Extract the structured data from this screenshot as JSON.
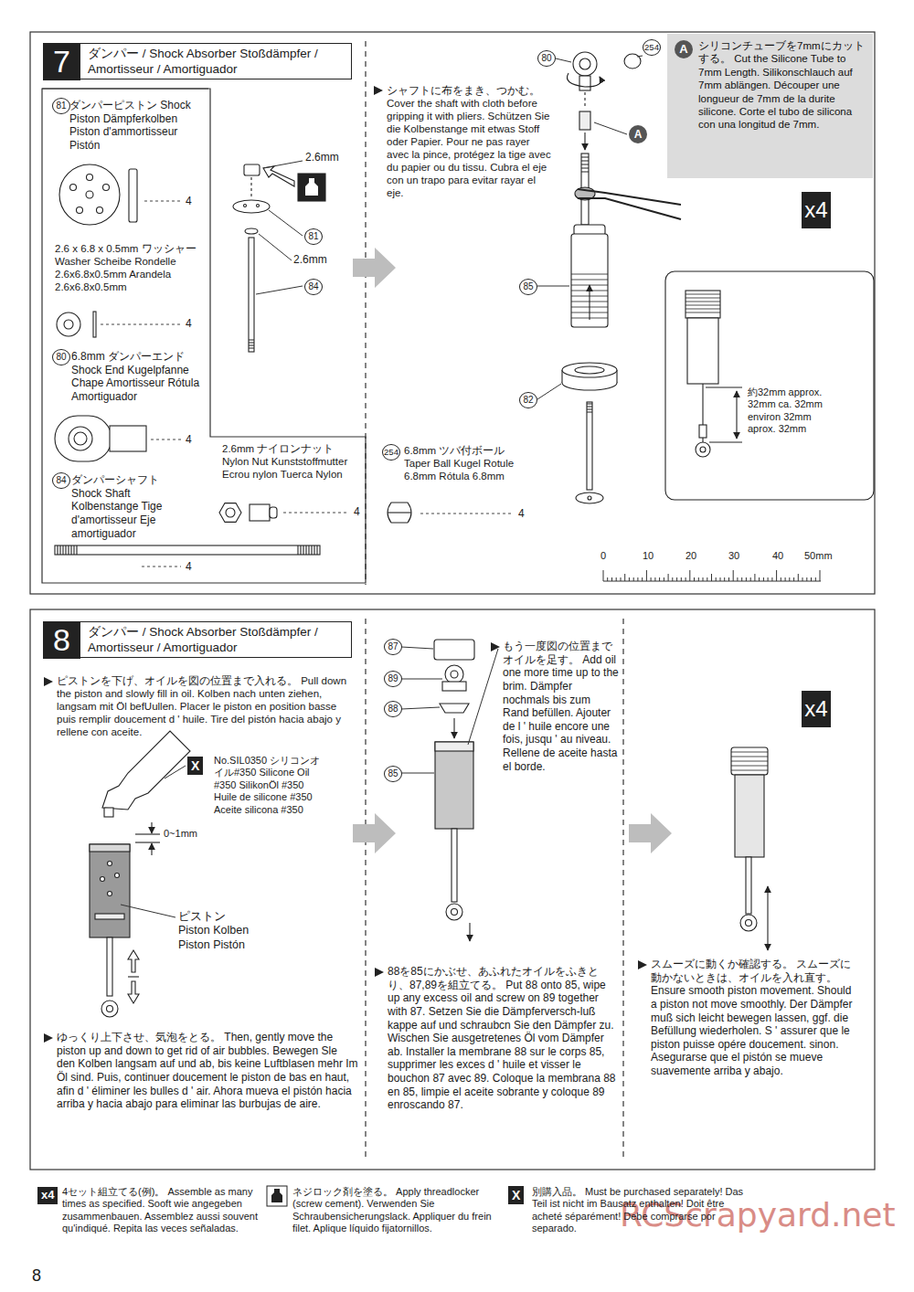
{
  "diagram": {
    "nodes": [
      {
        "text": [
          "7",
          "ダンパー / Shock Absorber Stoßdämpfer / Amortisseur / Amortiguador"
        ]
      },
      {
        "text": [
          "A",
          "シリコンチューブを7mmにカットする。 Cut the Silicone Tube to 7mm Length. Silikonschlauch auf 7mm ablängen. Découper une longueur de 7mm de la durite silicone. Corte el tubo de silicona con una longitud de 7mm."
        ]
      },
      {
        "text": [
          "x4"
        ]
      },
      {
        "text": [
          "8",
          "ダンパー / Shock Absorber Stoßdämpfer / Amortisseur / Amortiguador"
        ]
      },
      {
        "text": [
          "x4"
        ]
      }
    ],
    "labels": [
      "81",
      "ダンパーピストン Shock Piston Dämpferkolben Piston d'ammortisseur Pistón",
      "4",
      "2.6 x 6.8 x 0.5mm ワッシャー Washer Scheibe Rondelle 2.6x6.8x0.5mm Arandela 2.6x6.8x0.5mm",
      "4",
      "80",
      "6.8mm ダンパーエンド Shock End Kugelpfanne Chape Amortisseur Rótula Amortiguador",
      "4",
      "84",
      "ダンパーシャフト Shock Shaft Kolbenstange Tige d'amortisseur Eje amortiguador",
      "4",
      "2.6mm ナイロンナット Nylon Nut Kunststoffmutter Ecrou nylon Tuerca Nylon",
      "4",
      "254",
      "6.8mm ツバ付ボール Taper Ball Kugel Rotule 6.8mm Rótula 6.8mm",
      "4",
      "2.6mm",
      "81",
      "2.6mm",
      "84",
      "シャフトに布をまき、つかむ。 Cover the shaft with cloth before gripping it with pliers. Schützen Sie die Kolbenstange mit etwas Stoff oder Papier. Pour ne pas rayer avec la pince, protégez la tige avec du papier ou du tissu. Cubra el eje con un trapo para evitar rayar el eje.",
      "80",
      "254",
      "A",
      "85",
      "82",
      "約32mm approx. 32mm ca. 32mm environ 32mm aprox. 32mm",
      "0",
      "10",
      "20",
      "30",
      "40",
      "50mm",
      "ピストンを下げ、オイルを図の位置まで入れる。 Pull down the piston and slowly fill in oil. Kolben nach unten ziehen, langsam mit Öl befUullen. Placer le piston en position basse puis remplir doucement d ' huile. Tire del pistón hacia abajo y rellene con aceite.",
      "X",
      "No.SIL0350 シリコンオイル#350 Silicone Oil #350 SilikonÖl #350 Huile de silicone #350 Aceite silicona #350",
      "0~1mm",
      "ピストン Piston Kolben Piston Pistón",
      "ゆっくり上下させ、気泡をとる。 Then, gently move the piston up and down to get rid of air bubbles. Bewegen Sle den Kolben langsam auf und ab, bis keine Luftblasen mehr Im Öl sind. Puis, continuer doucement le piston de bas en haut, afin d ' éliminer les bulles d ' air. Ahora mueva el pistón hacia arriba y hacia abajo para eliminar las burbujas de aire.",
      "87",
      "89",
      "88",
      "85",
      "もう一度図の位置までオイルを足す。 Add oil one more time up to the brim. Dämpfer nochmals bis zum Rand befüllen. Ajouter de l ' huile encore une fois, jusqu ' au niveau. Rellene de aceite hasta el borde.",
      "88を85にかぶせ、あふれたオイルをふきとり、87,89を組立てる。 Put 88 onto 85, wipe up any excess oil and screw on 89 together with 87. Setzen Sie die Dämpferversch-luß kappe auf und schraubcn Sie den Dämpfer zu. Wischen Sie ausgetretenes Öl vom Dämpfer ab. Installer la membrane 88 sur le corps 85, supprimer les exces d ' huile et visser le bouchon 87 avec 89. Coloque la membrana 88 en 85, limpie el aceite sobrante y coloque 89 enroscando 87.",
      "スムーズに動くか確認する。 スムーズに動かないときは、オイルを入れ直す。 Ensure smooth piston movement. Should a piston not move smoothly. Der Dämpfer muß sich leicht bewegen lassen, ggf. die Befüllung wiederholen. S ' assurer que le piston puisse opére doucement. sinon. Asegurarse que el pistón se mueve suavemente arriba y abajo.",
      "x4",
      "X",
      "RCScrapyard.net",
      "8"
    ],
    "legend": [
      {
        "text": "4セット組立てる(例)。 Assemble as many times as specified. Sooft wie angegeben zusammenbauen. Assemblez aussi souvent qu'indiqué. Repita las veces señaladas."
      },
      {
        "text": "ネジロック剤を塗る。 Apply threadlocker (screw cement). Verwenden Sie Schraubensicherungslack. Appliquer du frein filet. Aplique líquido fijatornillos."
      },
      {
        "text": "別購入品。 Must be purchased separately! Das Teil ist nicht im Bausatz enthalten! Doit être acheté séparément! Debe comprarse por separado."
      }
    ]
  }
}
